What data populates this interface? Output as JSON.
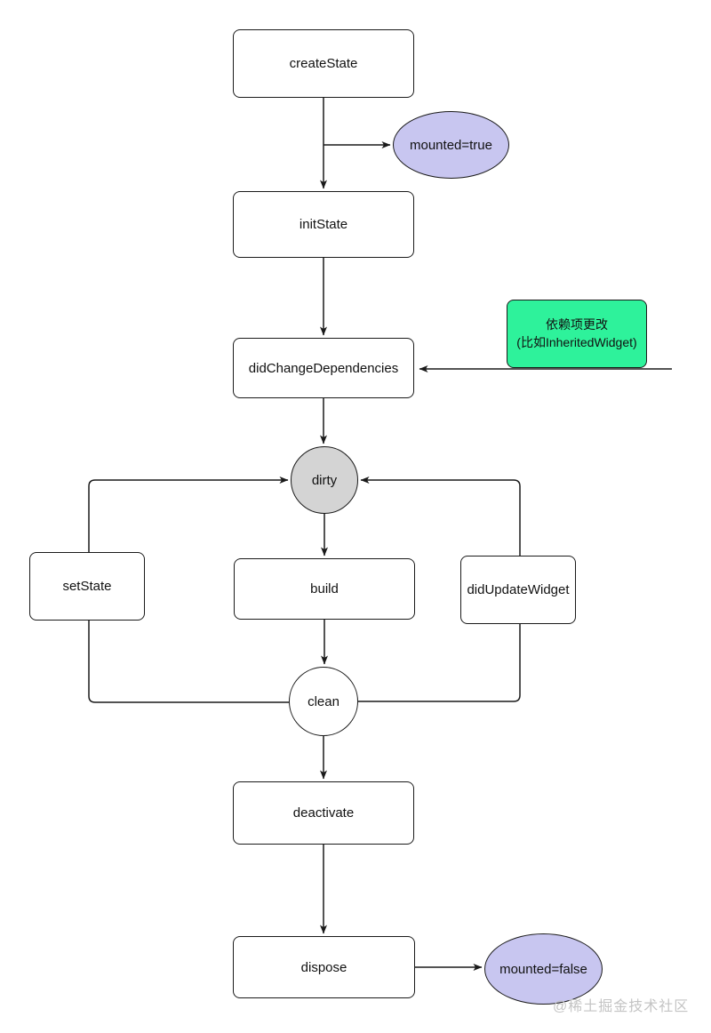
{
  "nodes": {
    "create_state": {
      "label": "createState"
    },
    "mounted_true": {
      "label": "mounted=true"
    },
    "init_state": {
      "label": "initState"
    },
    "did_change_dependencies": {
      "label": "didChangeDependencies"
    },
    "dependency_note": {
      "line1": "依赖项更改",
      "line2": "(比如InheritedWidget)"
    },
    "dirty": {
      "label": "dirty"
    },
    "set_state": {
      "label": "setState"
    },
    "build": {
      "label": "build"
    },
    "did_update_widget": {
      "label": "didUpdateWidget"
    },
    "clean": {
      "label": "clean"
    },
    "deactivate": {
      "label": "deactivate"
    },
    "dispose": {
      "label": "dispose"
    },
    "mounted_false": {
      "label": "mounted=false"
    }
  },
  "watermark": "@稀土掘金技术社区",
  "colors": {
    "node_fill": "#ffffff",
    "node_border": "#1a1a1a",
    "state_ellipse_fill": "#c8c6f0",
    "note_fill": "#2ef29b",
    "dirty_circle_fill": "#d4d4d4",
    "edge_line": "#1a1a1a",
    "watermark_text": "#c4c4c4"
  }
}
